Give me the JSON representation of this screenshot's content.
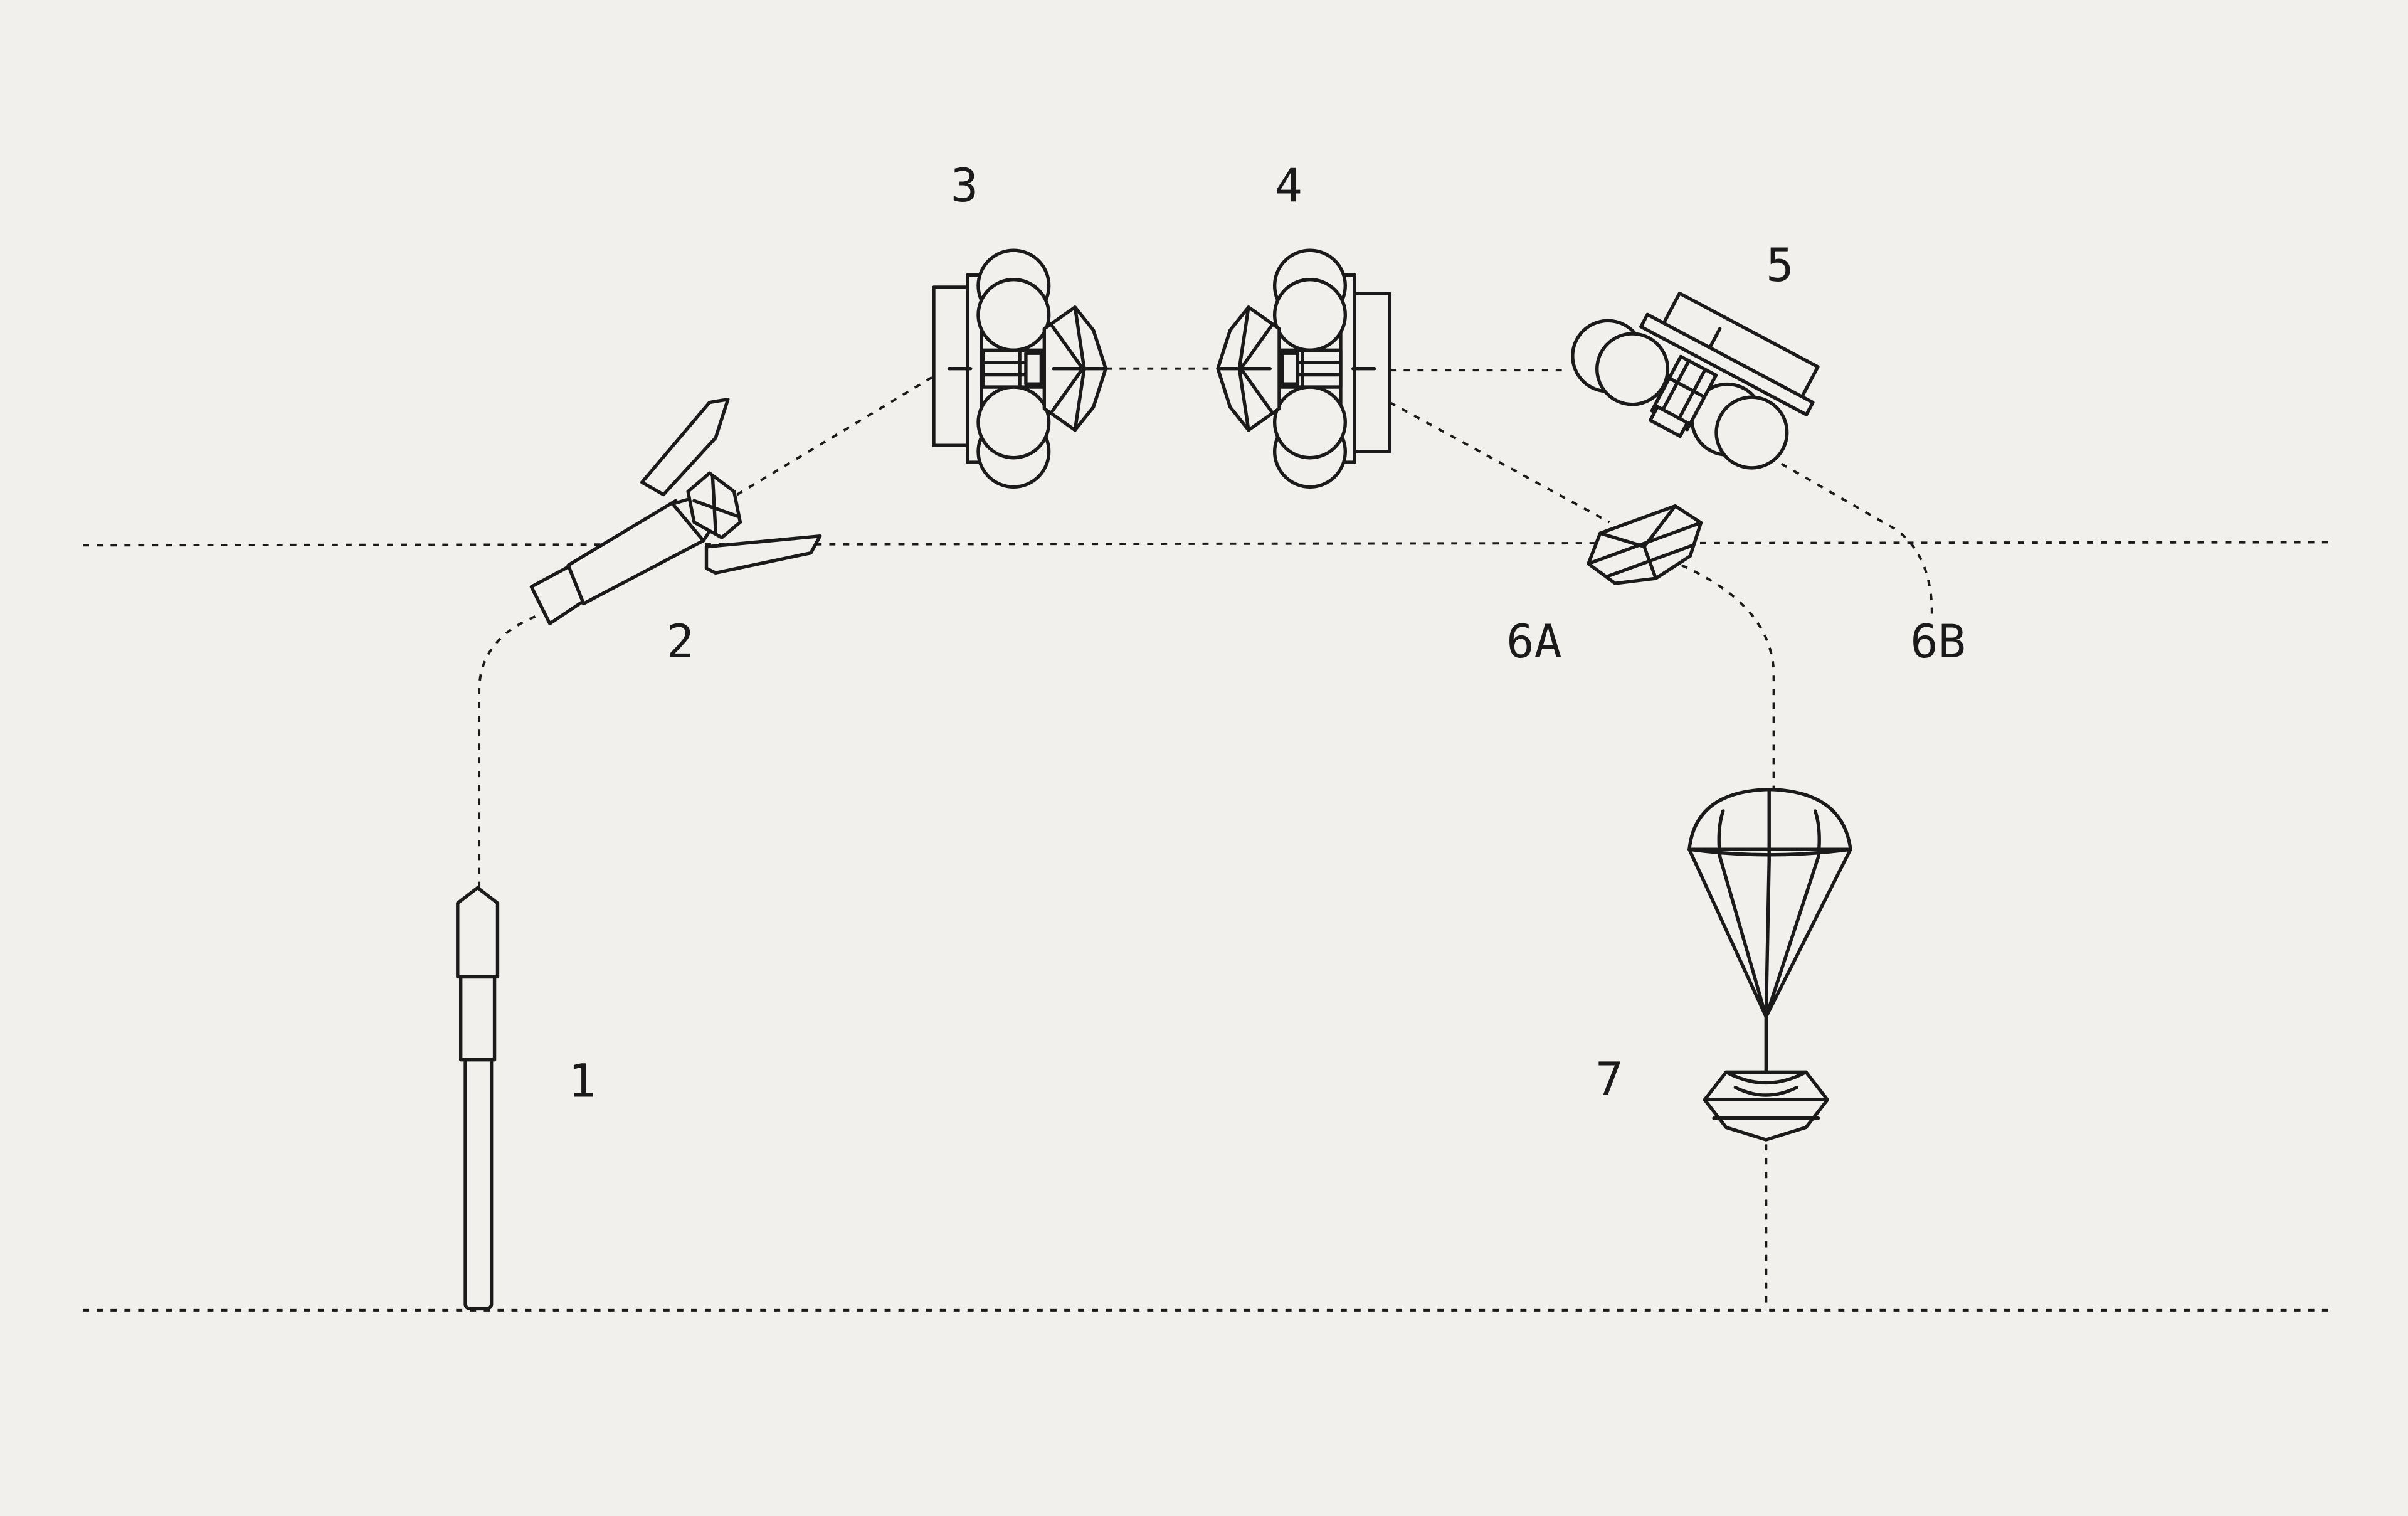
{
  "diagram": {
    "stages": [
      {
        "id": "1",
        "label": "1"
      },
      {
        "id": "2",
        "label": "2"
      },
      {
        "id": "3",
        "label": "3"
      },
      {
        "id": "4",
        "label": "4"
      },
      {
        "id": "5",
        "label": "5"
      },
      {
        "id": "6A",
        "label": "6A"
      },
      {
        "id": "6B",
        "label": "6B"
      },
      {
        "id": "7",
        "label": "7"
      }
    ],
    "colors": {
      "background": "#f2f0ed",
      "stroke": "#1a1a1a"
    }
  }
}
